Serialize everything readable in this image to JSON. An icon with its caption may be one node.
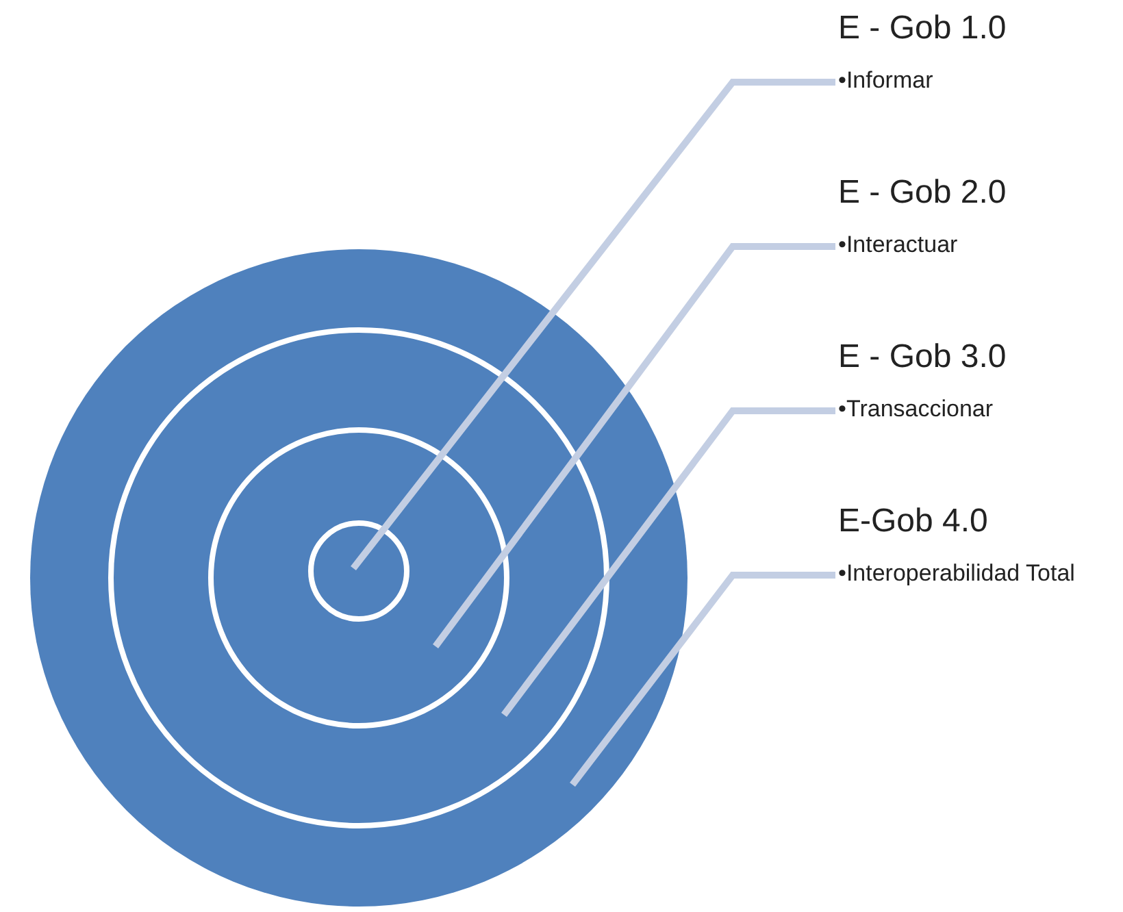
{
  "diagram": {
    "nodes": [
      {
        "text": [
          "E - Gob 1.0",
          "•Informar"
        ]
      },
      {
        "text": [
          "E - Gob 2.0",
          "•Interactuar"
        ]
      },
      {
        "text": [
          "E - Gob 3.0",
          "•Transaccionar"
        ]
      },
      {
        "text": [
          "E-Gob 4.0",
          "•Interoperabilidad Total"
        ]
      },
      {
        "text": [],
        "shape": "circle"
      },
      {
        "text": [],
        "shape": "circle",
        "in": 4
      },
      {
        "text": [],
        "shape": "circle",
        "in": 5
      },
      {
        "text": [],
        "shape": "circle",
        "in": 6
      }
    ],
    "edges": [
      {
        "from": 0,
        "to": 7,
        "arrow": "none"
      },
      {
        "from": 1,
        "to": 6,
        "arrow": "none"
      },
      {
        "from": 2,
        "to": 5,
        "arrow": "none"
      },
      {
        "from": 3,
        "to": 4,
        "arrow": "none"
      }
    ]
  }
}
